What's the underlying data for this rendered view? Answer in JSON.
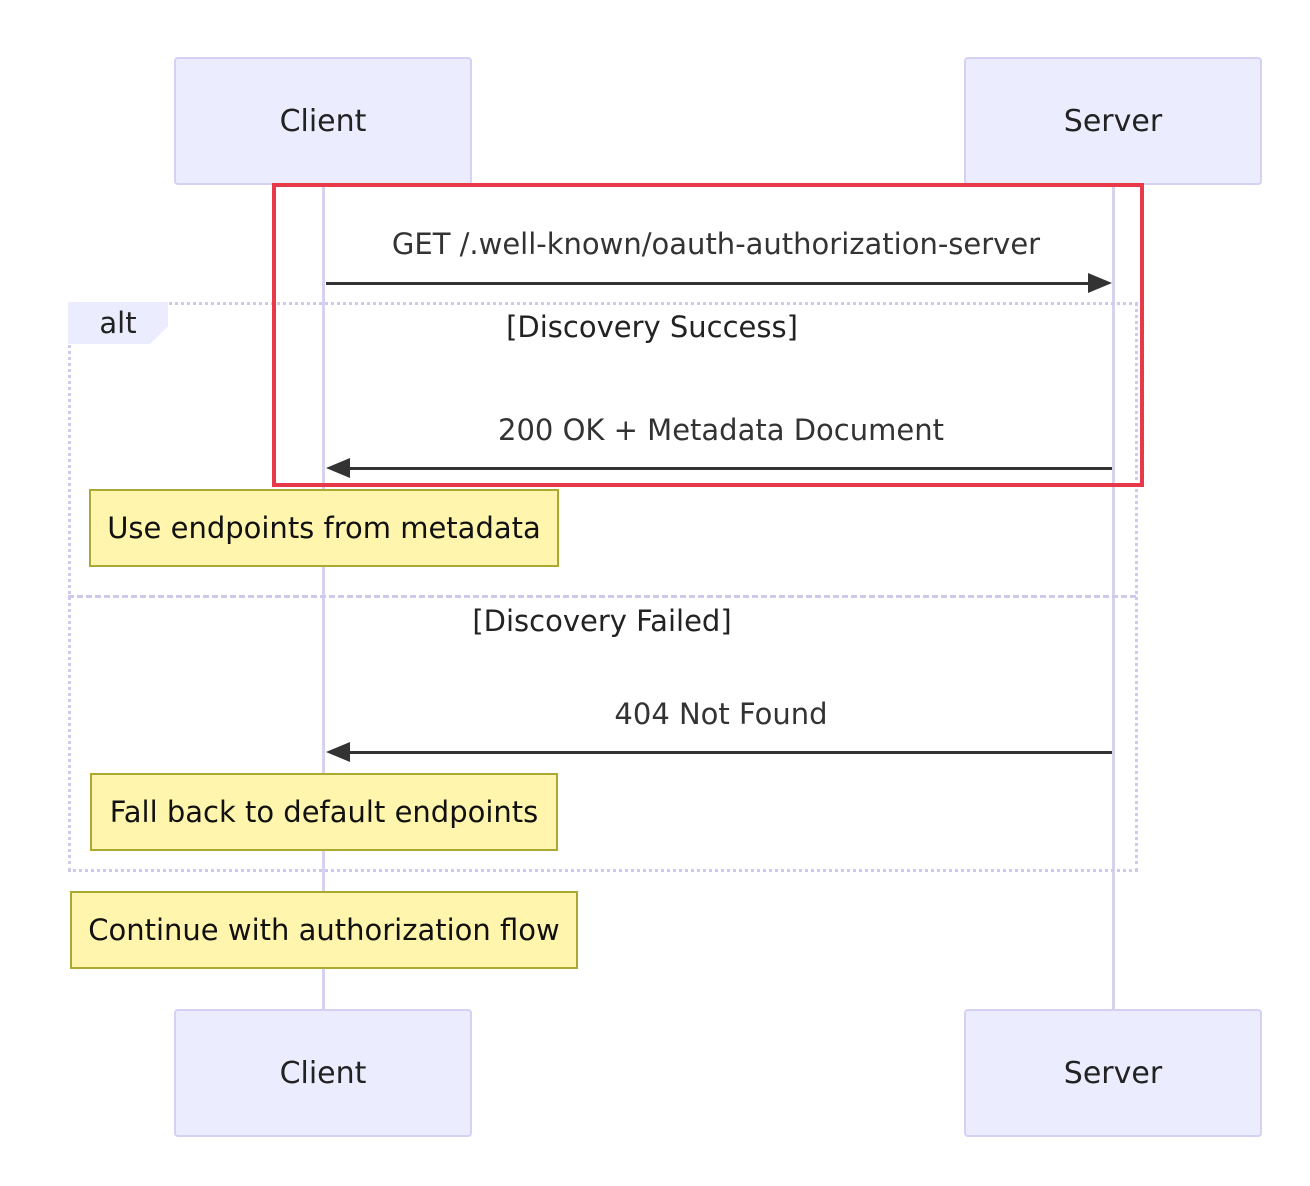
{
  "participants": {
    "client_top": "Client",
    "server_top": "Server",
    "client_bottom": "Client",
    "server_bottom": "Server"
  },
  "messages": {
    "request": "GET /.well-known/oauth-authorization-server",
    "success_response": "200 OK + Metadata Document",
    "failure_response": "404 Not Found"
  },
  "alt_block": {
    "label": "alt",
    "guard_success": "[Discovery Success]",
    "guard_failed": "[Discovery Failed]"
  },
  "notes": {
    "use_metadata": "Use endpoints from metadata",
    "fallback": "Fall back to default endpoints",
    "continue": "Continue with authorization flow"
  },
  "colors": {
    "actor_fill": "#ececff",
    "note_fill": "#fff5ad",
    "highlight": "#e8394a"
  }
}
